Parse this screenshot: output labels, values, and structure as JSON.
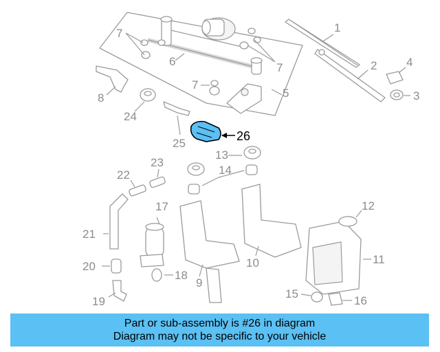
{
  "diagram": {
    "callouts": [
      "1",
      "2",
      "3",
      "4",
      "5",
      "6",
      "7",
      "7",
      "7",
      "8",
      "9",
      "10",
      "11",
      "12",
      "13",
      "14",
      "15",
      "16",
      "17",
      "18",
      "19",
      "20",
      "21",
      "22",
      "23",
      "24",
      "25",
      "26"
    ],
    "highlighted_part": "26",
    "highlight_color": "#5bc0f3"
  },
  "banner": {
    "line1": "Part or sub-assembly is #26 in diagram",
    "line2": "Diagram may not be specific to your vehicle",
    "background": "#5bc0f3"
  }
}
